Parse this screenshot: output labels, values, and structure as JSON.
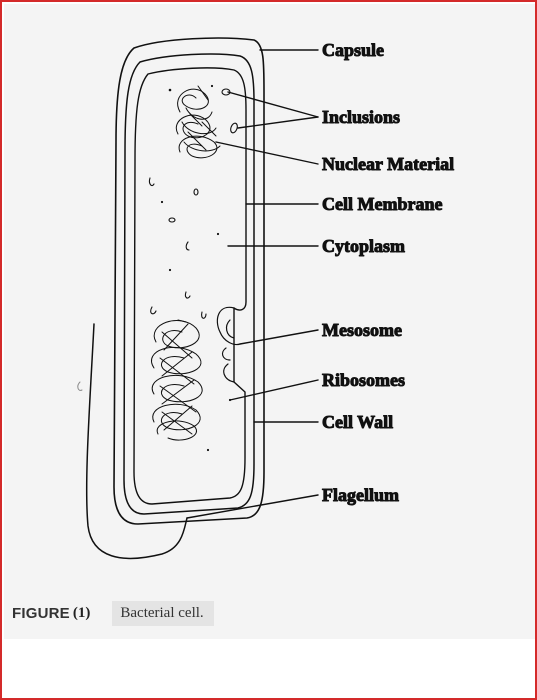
{
  "labels": {
    "capsule": "Capsule",
    "inclusions": "Inclusions",
    "nuclear_material": "Nuclear Material",
    "cell_membrane": "Cell Membrane",
    "cytoplasm": "Cytoplasm",
    "mesosome": "Mesosome",
    "ribosomes": "Ribosomes",
    "cell_wall": "Cell Wall",
    "flagellum": "Flagellum"
  },
  "caption": {
    "figure_word": "FIGURE",
    "figure_number": "(1)",
    "text": "Bacterial cell."
  },
  "colors": {
    "frame_border": "#d42a2a",
    "ink": "#111111"
  }
}
